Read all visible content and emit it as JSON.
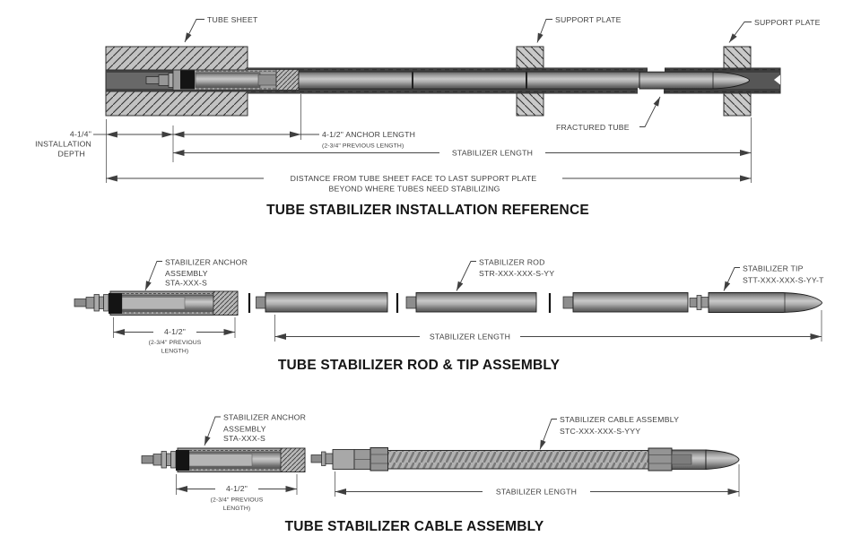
{
  "colors": {
    "background": "#ffffff",
    "line_color": "#3f3f3f",
    "title_color": "#151515",
    "hatch_fill": "#c2c2c2",
    "metal_dark": "#424242",
    "metal_light": "#c8c8c8"
  },
  "installation": {
    "title": "TUBE STABILIZER INSTALLATION REFERENCE",
    "tube_sheet": "TUBE SHEET",
    "support_plate_1": "SUPPORT PLATE",
    "support_plate_2": "SUPPORT PLATE",
    "fractured_tube": "FRACTURED TUBE",
    "depth_value": "4-1/4\"",
    "depth_word1": "INSTALLATION",
    "depth_word2": "DEPTH",
    "anchor_length": "4-1/2\" ANCHOR LENGTH",
    "anchor_length_prev": "(2-3/4\" PREVIOUS LENGTH)",
    "stabilizer_length": "STABILIZER LENGTH",
    "distance_1": "DISTANCE FROM TUBE SHEET FACE TO LAST SUPPORT PLATE",
    "distance_2": "BEYOND WHERE TUBES NEED STABILIZING"
  },
  "rod_tip": {
    "title": "TUBE STABILIZER ROD & TIP ASSEMBLY",
    "anchor_label_1": "STABILIZER ANCHOR",
    "anchor_label_2": "ASSEMBLY",
    "anchor_label_3": "STA-XXX-S",
    "rod_label_1": "STABILIZER ROD",
    "rod_label_2": "STR-XXX-XXX-S-YY",
    "tip_label_1": "STABILIZER TIP",
    "tip_label_2": "STT-XXX-XXX-S-YY-T",
    "length_value": "4-1/2\"",
    "length_prev_1": "(2-3/4\" PREVIOUS",
    "length_prev_2": "LENGTH)",
    "stabilizer_length": "STABILIZER LENGTH"
  },
  "cable": {
    "title": "TUBE STABILIZER CABLE ASSEMBLY",
    "anchor_label_1": "STABILIZER ANCHOR",
    "anchor_label_2": "ASSEMBLY",
    "anchor_label_3": "STA-XXX-S",
    "cable_label_1": "STABILIZER CABLE ASSEMBLY",
    "cable_label_2": "STC-XXX-XXX-S-YYY",
    "length_value": "4-1/2\"",
    "length_prev_1": "(2-3/4\" PREVIOUS",
    "length_prev_2": "LENGTH)",
    "stabilizer_length": "STABILIZER LENGTH"
  }
}
